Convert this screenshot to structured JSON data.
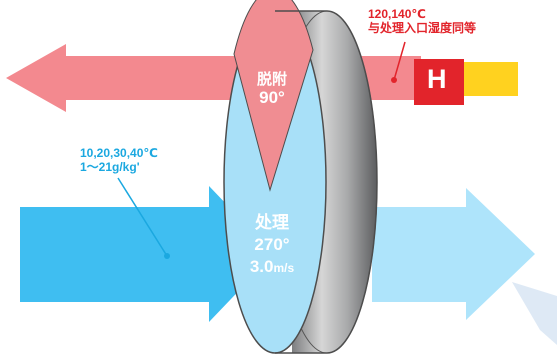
{
  "regen_inlet": {
    "temperature": "120,140℃",
    "humidity_note": "与处理入口湿度同等"
  },
  "process_inlet": {
    "temperature": "10,20,30,40℃",
    "humidity": "1～21g/kg'"
  },
  "desorption_zone": {
    "label": "脱附",
    "angle": "90°"
  },
  "process_zone": {
    "label": "处理",
    "angle": "270°",
    "velocity_value": "3.0",
    "velocity_unit": "m/s"
  },
  "heater": {
    "letter": "H"
  },
  "colors": {
    "regen_arrow": "#f3898f",
    "process_arrow": "#3fbef1",
    "process_outlet_arrow": "#aee4fb",
    "process_sector": "#a8e0f8",
    "desorption_sector": "#f08d92",
    "heater": "#e2242b",
    "heater_inlet_duct": "#ffd21f",
    "label_red": "#e2242b",
    "label_blue": "#1ba8e0"
  }
}
